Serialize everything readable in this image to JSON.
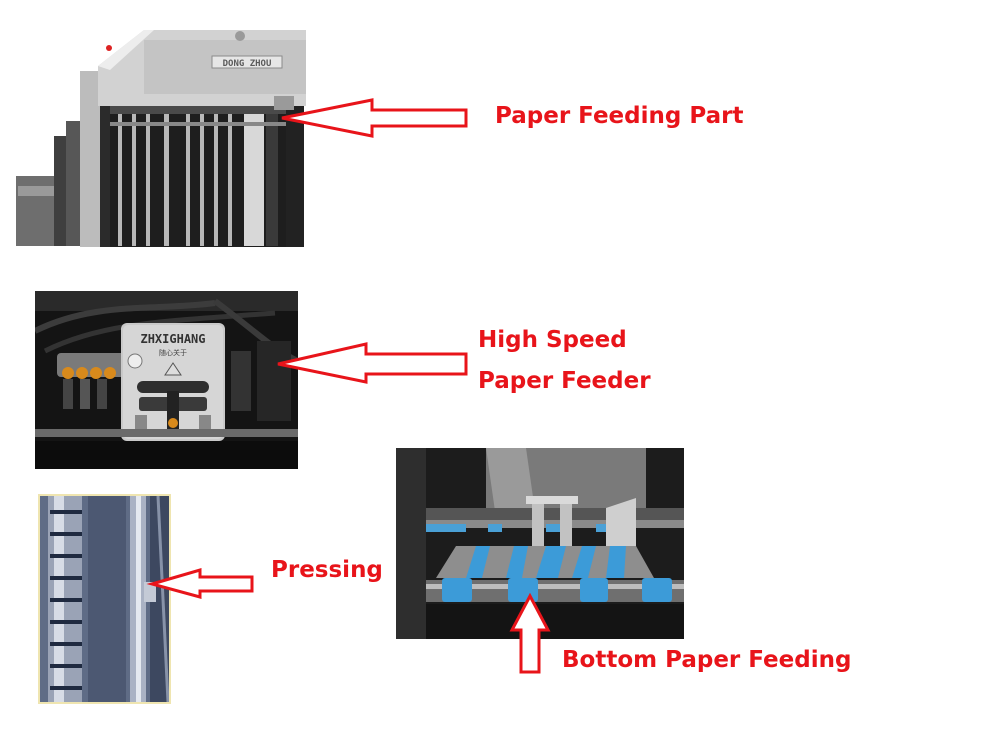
{
  "labels": {
    "paper_feeding_part": "Paper Feeding Part",
    "high_speed_line1": "High Speed",
    "high_speed_line2": "Paper Feeder",
    "pressing": "Pressing",
    "bottom_paper_feeding": "Bottom Paper Feeding"
  },
  "photo_text": {
    "machine_brand": "DONG ZHOU",
    "feeder_brand": "ZHXIGHANG",
    "feeder_subtitle": "随心关于"
  },
  "colors": {
    "label_red": "#e8141a",
    "arrow_red": "#e8141a"
  },
  "icons": [
    "arrow-left-icon",
    "arrow-up-icon"
  ]
}
